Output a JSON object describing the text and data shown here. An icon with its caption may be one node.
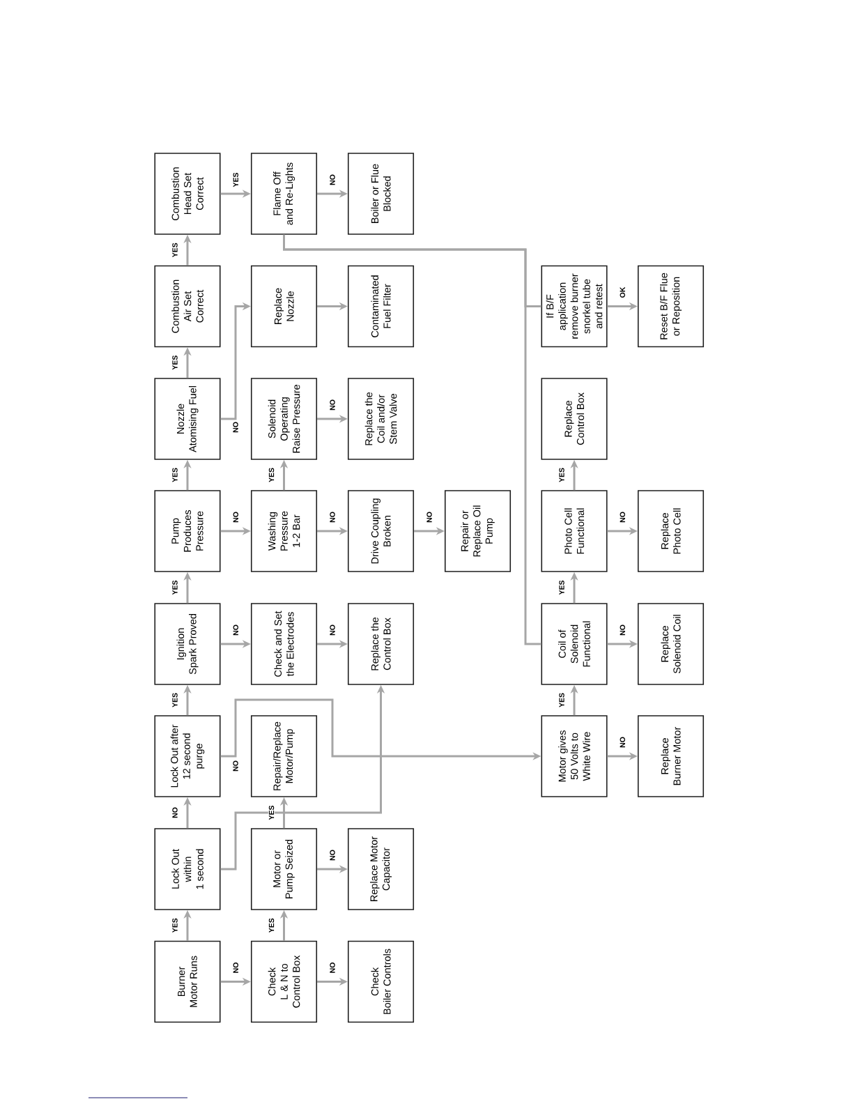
{
  "diagram": {
    "nodes": [
      {
        "text": [
          "Burner Motor Runs"
        ]
      },
      {
        "text": [
          "Lock Out within 1 second"
        ]
      },
      {
        "text": [
          "Lock Out after 12 second purge"
        ]
      },
      {
        "text": [
          "Ignition Spark Proved"
        ]
      },
      {
        "text": [
          "Pump Produces Pressure"
        ]
      },
      {
        "text": [
          "Nozzle Atomising Fuel"
        ]
      },
      {
        "text": [
          "Combustion Air Set Correct"
        ]
      },
      {
        "text": [
          "Combustion Head Set Correct"
        ]
      },
      {
        "text": [
          "Check L & N to Control Box"
        ]
      },
      {
        "text": [
          "Motor or Pump Seized"
        ]
      },
      {
        "text": [
          "Repair/Replace Motor/Pump"
        ]
      },
      {
        "text": [
          "Check and Set the Electrodes"
        ]
      },
      {
        "text": [
          "Washing Pressure 1-2 Bar"
        ]
      },
      {
        "text": [
          "Solenoid Operating Raise Pressure"
        ]
      },
      {
        "text": [
          "Replace Nozzle"
        ]
      },
      {
        "text": [
          "Flame Off and Re-Lights"
        ]
      },
      {
        "text": [
          "Check Boiler Controls"
        ]
      },
      {
        "text": [
          "Replace Motor Capacitor"
        ]
      },
      {
        "text": [
          "Replace the Control Box"
        ]
      },
      {
        "text": [
          "Drive Coupling Broken"
        ]
      },
      {
        "text": [
          "Replace the Coil and/or Stem Valve"
        ]
      },
      {
        "text": [
          "Contaminated Fuel Filter"
        ]
      },
      {
        "text": [
          "Boiler or Flue Blocked"
        ]
      },
      {
        "text": [
          "Repair or Replace Oil Pump"
        ]
      },
      {
        "text": [
          "Motor gives 50 Volts to White Wire"
        ]
      },
      {
        "text": [
          "Coil of Solenoid Functional"
        ]
      },
      {
        "text": [
          "Photo Cell Functional"
        ]
      },
      {
        "text": [
          "Replace Control Box"
        ]
      },
      {
        "text": [
          "If B/F application remove burner snorkel tube and retest"
        ]
      },
      {
        "text": [
          "Replace Burner Motor"
        ]
      },
      {
        "text": [
          "Replace Solenoid Coil"
        ]
      },
      {
        "text": [
          "Replace Photo Cell"
        ]
      },
      {
        "text": [
          "Reset B/F Flue or Reposition"
        ]
      }
    ],
    "edges": [
      {
        "from": 0,
        "to": 1,
        "arrow": "to",
        "label": "YES"
      },
      {
        "from": 0,
        "to": 8,
        "arrow": "to",
        "label": "NO"
      },
      {
        "from": 1,
        "to": 2,
        "arrow": "to",
        "label": "NO"
      },
      {
        "from": 1,
        "to": 18,
        "arrow": "to"
      },
      {
        "from": 2,
        "to": 3,
        "arrow": "to",
        "label": "YES"
      },
      {
        "from": 2,
        "to": 24,
        "arrow": "to",
        "label": "NO"
      },
      {
        "from": 3,
        "to": 4,
        "arrow": "to",
        "label": "YES"
      },
      {
        "from": 3,
        "to": 11,
        "arrow": "to",
        "label": "NO"
      },
      {
        "from": 4,
        "to": 5,
        "arrow": "to",
        "label": "YES"
      },
      {
        "from": 4,
        "to": 12,
        "arrow": "to",
        "label": "NO"
      },
      {
        "from": 5,
        "to": 6,
        "arrow": "to",
        "label": "YES"
      },
      {
        "from": 5,
        "to": 14,
        "arrow": "to",
        "label": "NO"
      },
      {
        "from": 6,
        "to": 7,
        "arrow": "to",
        "label": "YES"
      },
      {
        "from": 7,
        "to": 15,
        "arrow": "to",
        "label": "YES"
      },
      {
        "from": 8,
        "to": 9,
        "arrow": "to",
        "label": "YES"
      },
      {
        "from": 8,
        "to": 16,
        "arrow": "to",
        "label": "NO"
      },
      {
        "from": 9,
        "to": 10,
        "arrow": "to",
        "label": "YES"
      },
      {
        "from": 9,
        "to": 17,
        "arrow": "to",
        "label": "NO"
      },
      {
        "from": 11,
        "to": 18,
        "arrow": "to",
        "label": "NO"
      },
      {
        "from": 12,
        "to": 13,
        "arrow": "to",
        "label": "YES"
      },
      {
        "from": 12,
        "to": 19,
        "arrow": "to",
        "label": "NO"
      },
      {
        "from": 13,
        "to": 20,
        "arrow": "to",
        "label": "NO"
      },
      {
        "from": 14,
        "to": 21,
        "arrow": "to"
      },
      {
        "from": 15,
        "to": 22,
        "arrow": "to",
        "label": "NO"
      },
      {
        "from": 15,
        "to": 28,
        "arrow": "none"
      },
      {
        "from": 15,
        "to": 25,
        "arrow": "none"
      },
      {
        "from": 19,
        "to": 23,
        "arrow": "to",
        "label": "NO"
      },
      {
        "from": 24,
        "to": 25,
        "arrow": "to",
        "label": "YES"
      },
      {
        "from": 24,
        "to": 29,
        "arrow": "to",
        "label": "NO"
      },
      {
        "from": 25,
        "to": 26,
        "arrow": "to",
        "label": "YES"
      },
      {
        "from": 25,
        "to": 30,
        "arrow": "to",
        "label": "NO"
      },
      {
        "from": 26,
        "to": 27,
        "arrow": "to",
        "label": "YES"
      },
      {
        "from": 26,
        "to": 31,
        "arrow": "to",
        "label": "NO"
      },
      {
        "from": 28,
        "to": 32,
        "arrow": "to",
        "label": "OK"
      }
    ]
  }
}
